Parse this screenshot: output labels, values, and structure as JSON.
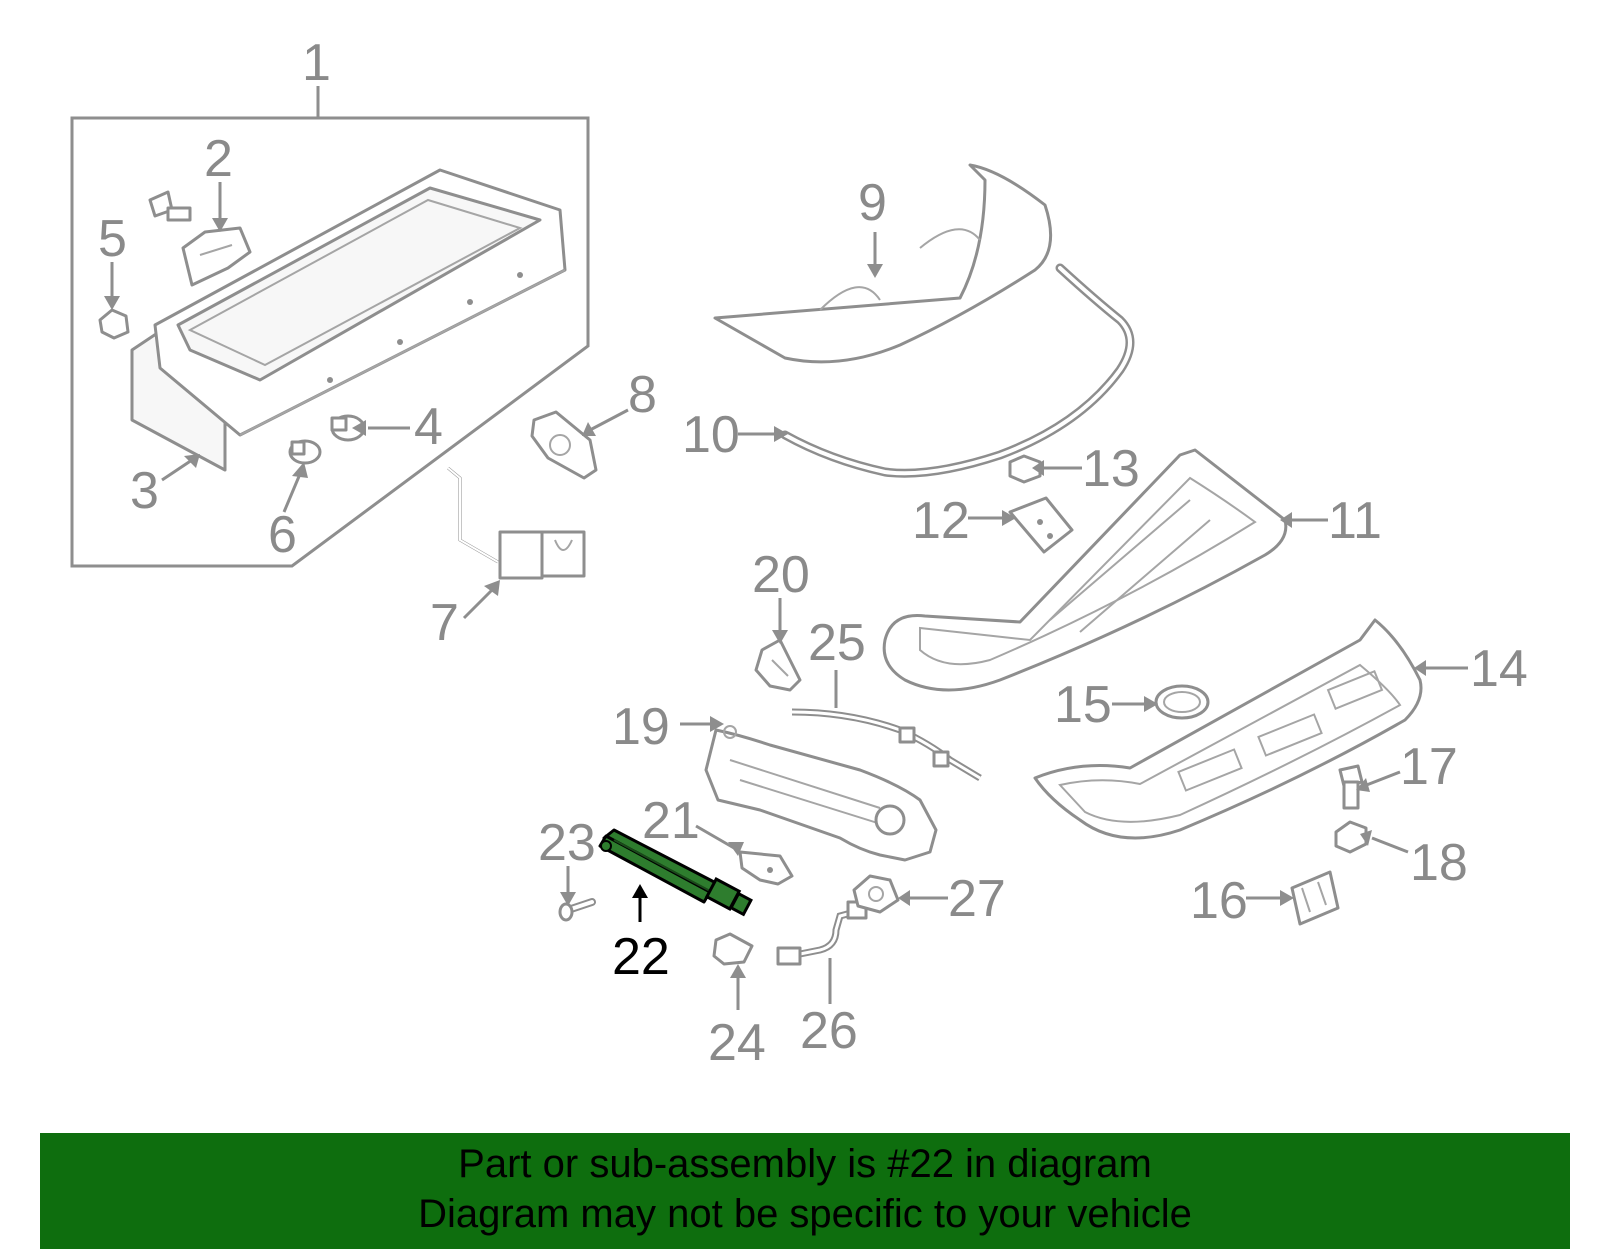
{
  "diagram": {
    "highlight_color": "#2e7d2e",
    "callouts": {
      "c1": "1",
      "c2": "2",
      "c3": "3",
      "c4": "4",
      "c5": "5",
      "c6": "6",
      "c7": "7",
      "c8": "8",
      "c9": "9",
      "c10": "10",
      "c11": "11",
      "c12": "12",
      "c13": "13",
      "c14": "14",
      "c15": "15",
      "c16": "16",
      "c17": "17",
      "c18": "18",
      "c19": "19",
      "c20": "20",
      "c21": "21",
      "c22": "22",
      "c23": "23",
      "c24": "24",
      "c25": "25",
      "c26": "26",
      "c27": "27"
    },
    "highlighted_part": "22"
  },
  "banner": {
    "color": "#0e6e0e",
    "line1": "Part or sub-assembly is #22 in diagram",
    "line2": "Diagram may not be specific to your vehicle"
  }
}
